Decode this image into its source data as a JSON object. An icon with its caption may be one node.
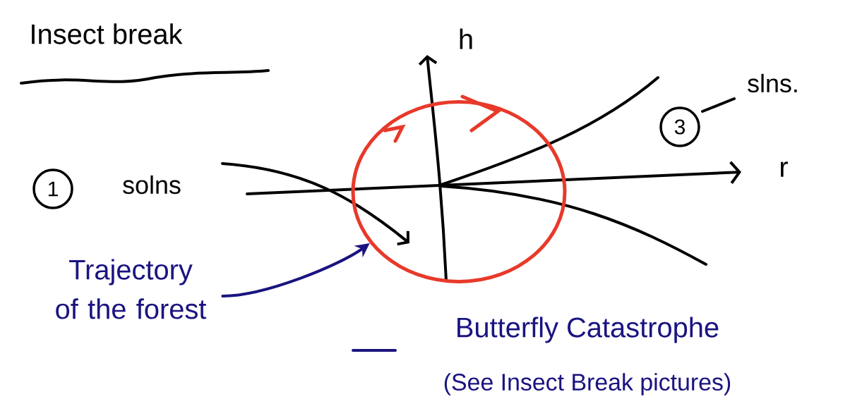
{
  "diagram": {
    "title": "Insect break",
    "nodes": [
      {
        "text": [
          "Trajectory of the forest"
        ]
      },
      {
        "text": [],
        "shape": "circle"
      }
    ],
    "edges": [
      {
        "from": 0,
        "to": 1,
        "arrow": "to",
        "color": "#1a1480"
      }
    ],
    "labels": [
      "h",
      "1",
      "solns",
      "3",
      "slns.",
      "r",
      "Butterfly Catastrophe",
      "(See Insect Break pictures)"
    ]
  }
}
